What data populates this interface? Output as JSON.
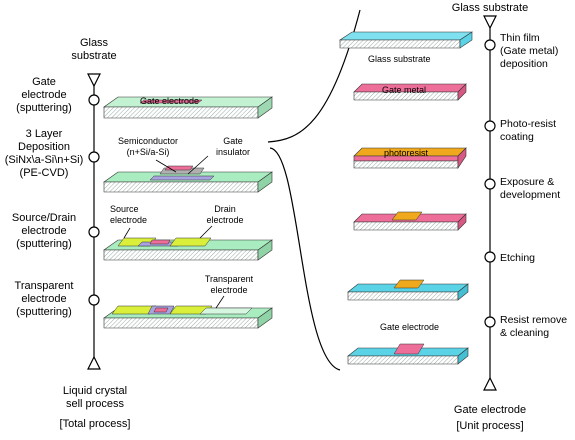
{
  "total_process": {
    "start": [
      "Glass",
      "substrate"
    ],
    "steps": [
      {
        "lines": [
          "Gate",
          "electrode",
          "(sputtering)"
        ]
      },
      {
        "lines": [
          "3 Layer",
          "Deposition",
          "(SiNx\\a-Si\\n+Si)",
          "(PE-CVD)"
        ]
      },
      {
        "lines": [
          "Source/Drain",
          "electrode",
          "(sputtering)"
        ]
      },
      {
        "lines": [
          "Transparent",
          "electrode",
          "(sputtering)"
        ]
      }
    ],
    "end": [
      "Liquid crystal",
      "sell process"
    ],
    "caption": "[Total process]"
  },
  "total_labels": {
    "gate_electrode": "Gate electrode",
    "semiconductor": [
      "Semiconductor",
      "(n+Si/a-Si)"
    ],
    "gate_insulator": [
      "Gate",
      "insulator"
    ],
    "source_electrode": [
      "Source",
      "electrode"
    ],
    "drain_electrode": [
      "Drain",
      "electrode"
    ],
    "transparent_electrode": [
      "Transparent",
      "electrode"
    ]
  },
  "unit_process": {
    "start": "Glass substrate",
    "steps": [
      {
        "lines": [
          "Thin film",
          "(Gate metal)",
          "deposition"
        ]
      },
      {
        "lines": [
          "Photo-resist",
          "coating"
        ]
      },
      {
        "lines": [
          "Exposure &",
          "development"
        ]
      },
      {
        "lines": [
          "Etching"
        ]
      },
      {
        "lines": [
          "Resist remove",
          "& cleaning"
        ]
      }
    ],
    "end": "Gate electrode",
    "caption": "[Unit process]"
  },
  "unit_labels": {
    "glass_substrate": "Glass substrate",
    "gate_metal": "Gate metal",
    "photoresist": "photoresist",
    "gate_electrode": "Gate electrode"
  },
  "colors": {
    "glass_cyan": "#5bd3e6",
    "gate_pink": "#ee6e9a",
    "photoresist_orange": "#f0a81c",
    "substrate_green": "#a8ecc0",
    "yellow_green": "#d9ef3a",
    "lavender": "#a8a3e0"
  }
}
